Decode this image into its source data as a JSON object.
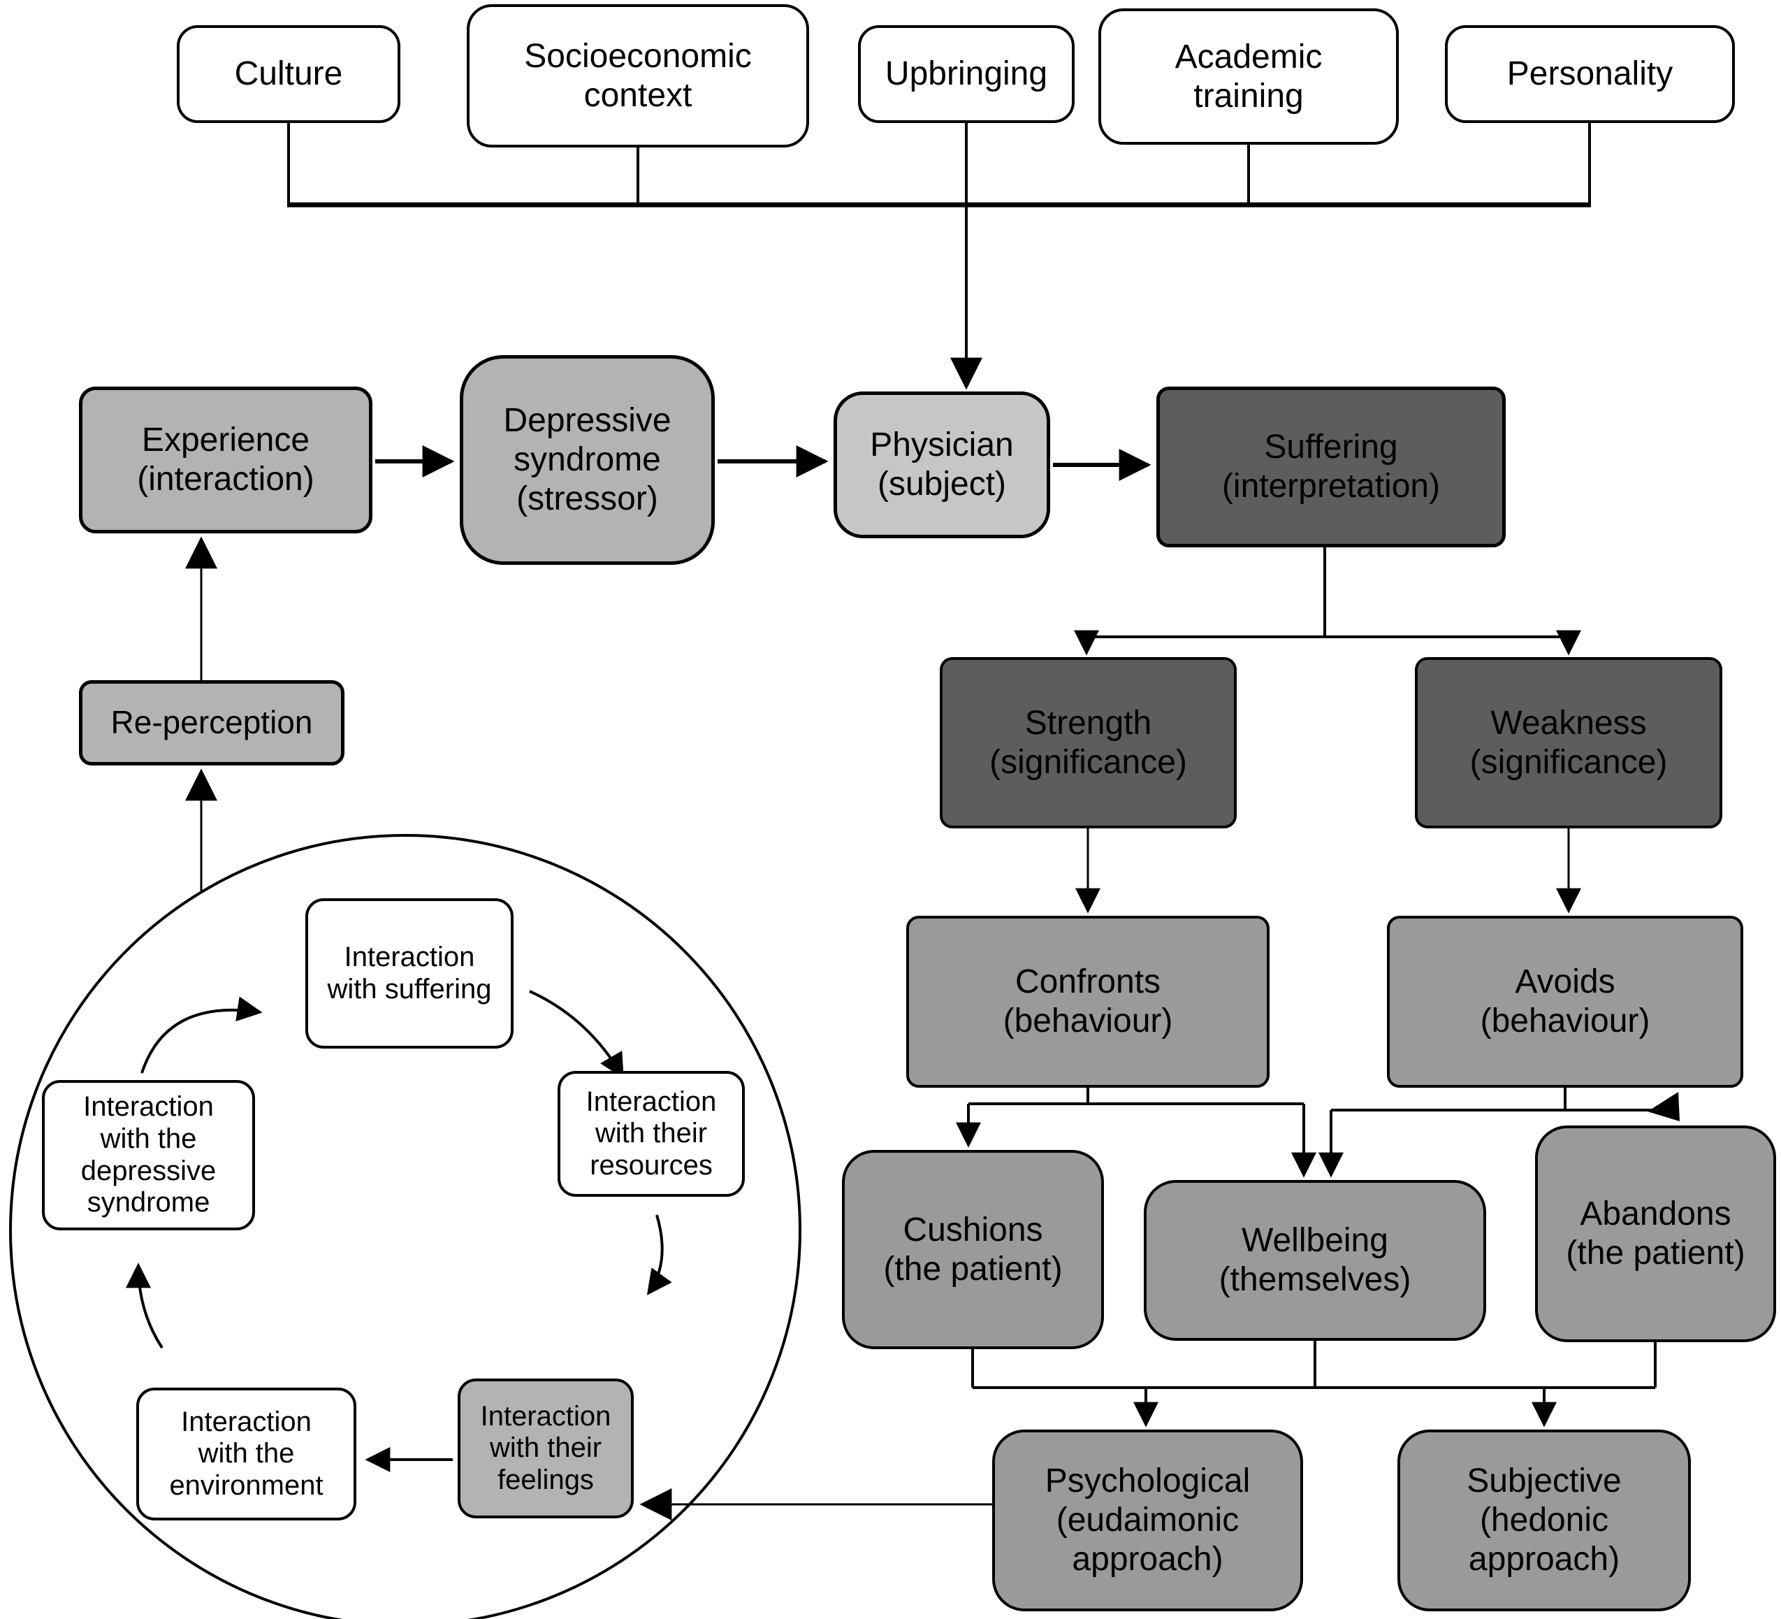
{
  "colors": {
    "white_node": "#ffffff",
    "light_gray": "#b3b3b3",
    "physician_gray": "#c6c6c6",
    "dark_gray": "#5d5d5d",
    "medium_gray": "#9a9a9a",
    "line_black": "#000000"
  },
  "top_factors": {
    "culture": {
      "label": "Culture"
    },
    "socioeconomic": {
      "lines": [
        "Socioeconomic",
        "context"
      ]
    },
    "upbringing": {
      "label": "Upbringing"
    },
    "academic_training": {
      "lines": [
        "Academic",
        "training"
      ]
    },
    "personality": {
      "label": "Personality"
    }
  },
  "main_flow": {
    "experience": {
      "lines": [
        "Experience",
        "(interaction)"
      ]
    },
    "depressive_syndrome": {
      "lines": [
        "Depressive",
        "syndrome",
        "(stressor)"
      ]
    },
    "physician": {
      "lines": [
        "Physician",
        "(subject)"
      ]
    },
    "suffering": {
      "lines": [
        "Suffering",
        "(interpretation)"
      ]
    },
    "strength": {
      "lines": [
        "Strength",
        "(significance)"
      ]
    },
    "weakness": {
      "lines": [
        "Weakness",
        "(significance)"
      ]
    },
    "confronts": {
      "lines": [
        "Confronts",
        "(behaviour)"
      ]
    },
    "avoids": {
      "lines": [
        "Avoids",
        "(behaviour)"
      ]
    },
    "cushions": {
      "lines": [
        "Cushions",
        "(the patient)"
      ]
    },
    "wellbeing": {
      "lines": [
        "Wellbeing",
        "(themselves)"
      ]
    },
    "abandons": {
      "lines": [
        "Abandons",
        "(the patient)"
      ]
    },
    "psychological": {
      "lines": [
        "Psychological",
        "(eudaimonic",
        "approach)"
      ]
    },
    "subjective": {
      "lines": [
        "Subjective",
        "(hedonic",
        "approach)"
      ]
    },
    "re_perception": {
      "label": "Re-perception"
    }
  },
  "cycle": {
    "interaction_with_suffering": {
      "lines": [
        "Interaction",
        "with suffering"
      ]
    },
    "interaction_with_their_resources": {
      "lines": [
        "Interaction",
        "with their",
        "resources"
      ]
    },
    "interaction_with_their_feelings": {
      "lines": [
        "Interaction",
        "with their",
        "feelings"
      ]
    },
    "interaction_with_the_environment": {
      "lines": [
        "Interaction",
        "with the",
        "environment"
      ]
    },
    "interaction_with_the_depressive_syndrome": {
      "lines": [
        "Interaction",
        "with the",
        "depressive",
        "syndrome"
      ]
    }
  }
}
